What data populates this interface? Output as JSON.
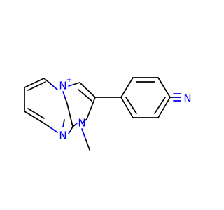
{
  "molecule": {
    "colors": {
      "bond": "#000000",
      "nitrogen": "#0000ff",
      "background": "#ffffff"
    },
    "atoms": {
      "n_bridge": "N",
      "n_bridge_charge": "+",
      "n_pyrimidine": "N",
      "n_methyl": "N",
      "n_nitrile": "N"
    }
  }
}
